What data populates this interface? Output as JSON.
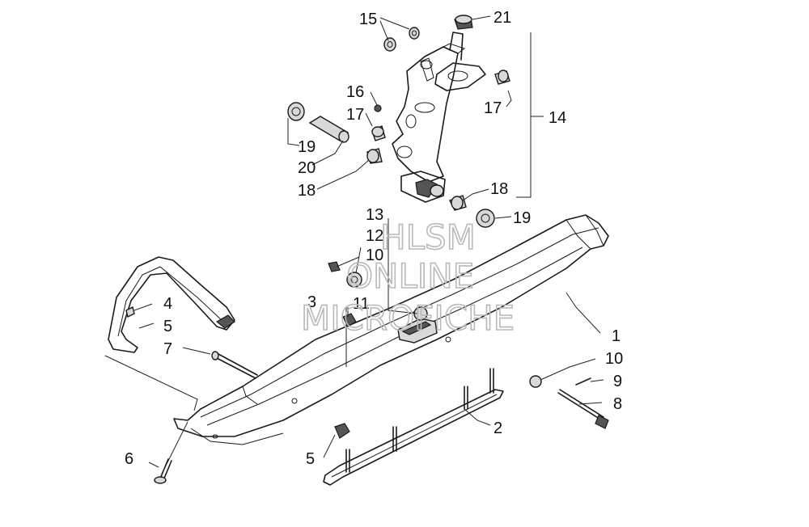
{
  "diagram": {
    "labels": {
      "l1": "1",
      "l2": "2",
      "l3": "3",
      "l4": "4",
      "l5a": "5",
      "l5b": "5",
      "l6": "6",
      "l7": "7",
      "l8": "8",
      "l9": "9",
      "l10a": "10",
      "l10b": "10",
      "l11": "11",
      "l12": "12",
      "l13": "13",
      "l14": "14",
      "l15": "15",
      "l16": "16",
      "l17a": "17",
      "l17b": "17",
      "l18a": "18",
      "l18b": "18",
      "l19a": "19",
      "l19b": "19",
      "l20": "20",
      "l21": "21"
    },
    "watermark": {
      "line1": "HLSM",
      "line2": "ONLINE",
      "line3": "MICROFICHE"
    }
  }
}
